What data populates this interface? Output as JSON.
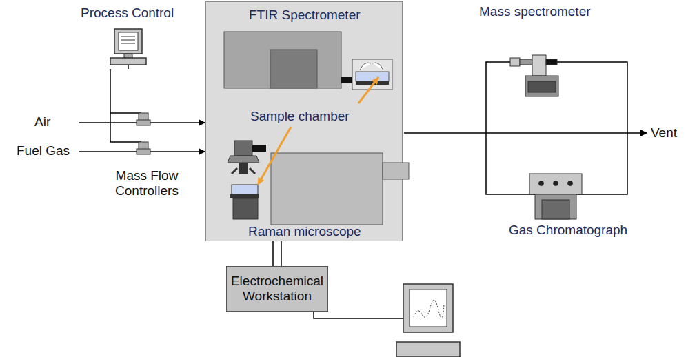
{
  "diagram": {
    "nodes": [
      {
        "text": [
          "FTIR Spectrometer",
          "Sample chamber",
          "Raman microscope"
        ]
      },
      {
        "text": [
          "Electrochemical Workstation"
        ]
      }
    ],
    "edges": [
      {
        "from": 0,
        "to": 1,
        "arrow": "none"
      }
    ],
    "labels": [
      "Process Control",
      "Air",
      "Fuel Gas",
      "Mass Flow Controllers",
      "Mass spectrometer",
      "Vent",
      "Gas Chromatograph"
    ]
  }
}
